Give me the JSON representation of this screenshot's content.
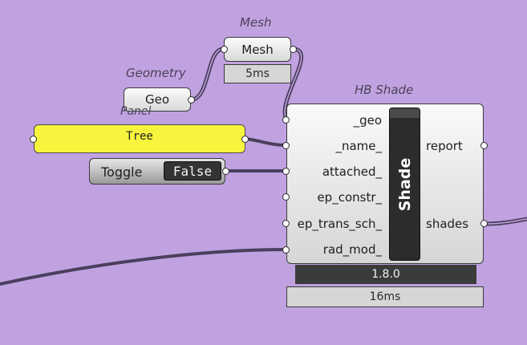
{
  "colors": {
    "canvas_bg": "#c0a2e0",
    "panel_bg": "#f7f43d",
    "wire": "#4a3f5c"
  },
  "mesh": {
    "caption": "Mesh",
    "label": "Mesh",
    "timing": "5ms"
  },
  "geometry": {
    "caption": "Geometry",
    "label": "Geo"
  },
  "panel": {
    "caption": "Panel",
    "value": "Tree"
  },
  "toggle": {
    "label": "Toggle",
    "value": "False"
  },
  "hb_shade": {
    "caption": "HB Shade",
    "center_label": "Shade",
    "inputs": [
      "_geo",
      "_name_",
      "attached_",
      "ep_constr_",
      "ep_trans_sch_",
      "rad_mod_"
    ],
    "outputs": [
      "report",
      "shades"
    ],
    "version": "1.8.0",
    "timing": "16ms"
  }
}
